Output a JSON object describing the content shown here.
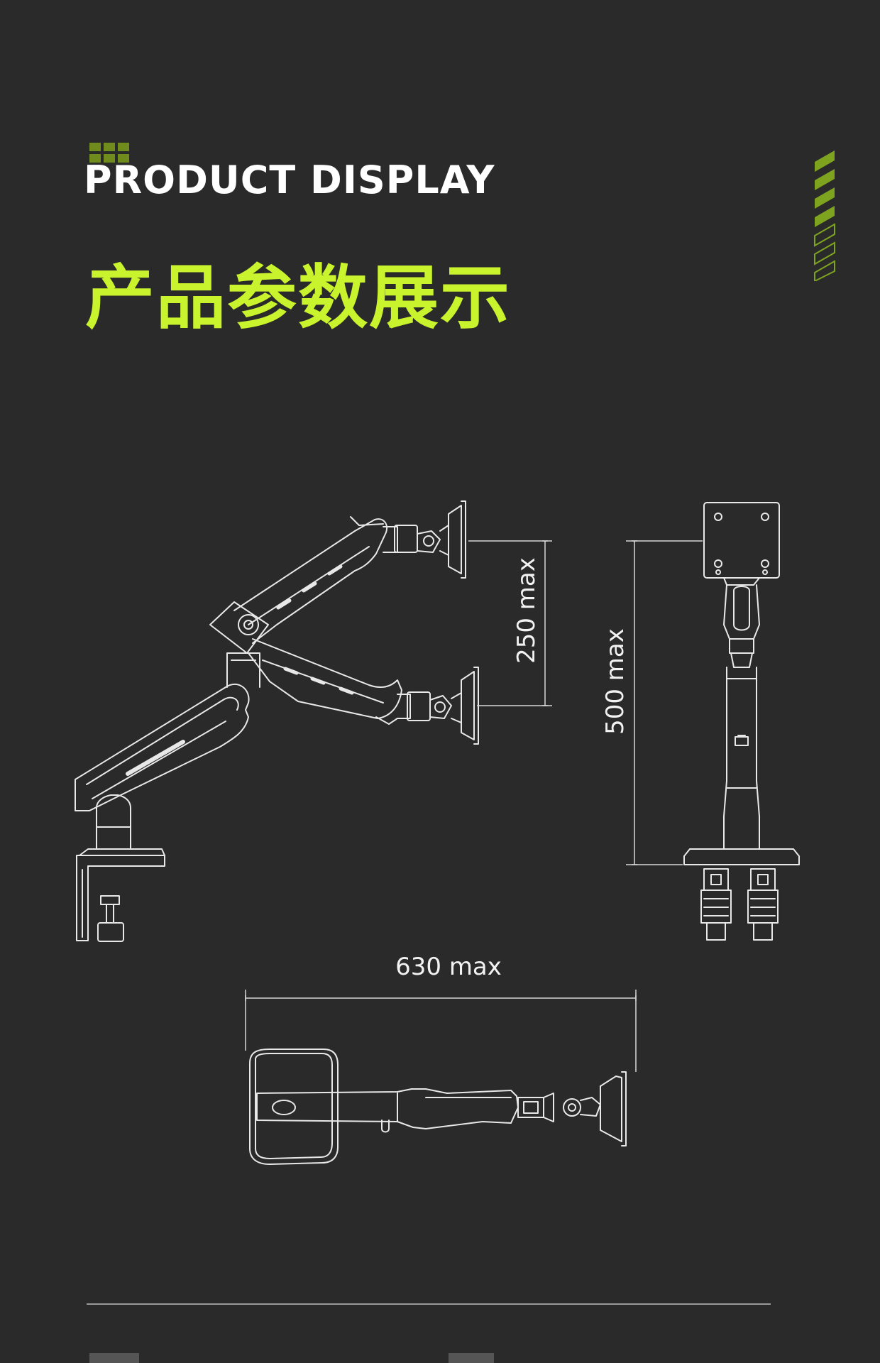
{
  "header": {
    "title_en": "PRODUCT DISPLAY",
    "title_zh": "产品参数展示"
  },
  "dimensions": {
    "lift_range": "250 max",
    "height": "500 max",
    "reach": "630 max"
  },
  "colors": {
    "background": "#2a2a2a",
    "accent": "#c9f32c",
    "accent_dark": "#6f8c1d",
    "line": "#e8e8e8"
  }
}
